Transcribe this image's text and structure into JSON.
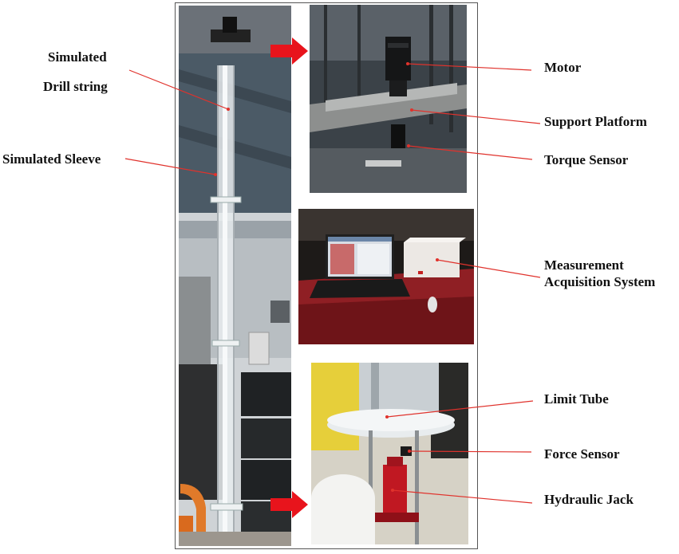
{
  "labels": {
    "simulated": "Simulated",
    "drill_string": "Drill string",
    "simulated_sleeve": "Simulated Sleeve",
    "motor": "Motor",
    "support_platform": "Support Platform",
    "torque_sensor": "Torque Sensor",
    "measurement": "Measurement",
    "acquisition_system": "Acquisition System",
    "limit_tube": "Limit Tube",
    "force_sensor": "Force Sensor",
    "hydraulic_jack": "Hydraulic Jack"
  },
  "colors": {
    "leader_line": "#e0322c",
    "arrow": "#e8141c",
    "frame": "#555555"
  }
}
